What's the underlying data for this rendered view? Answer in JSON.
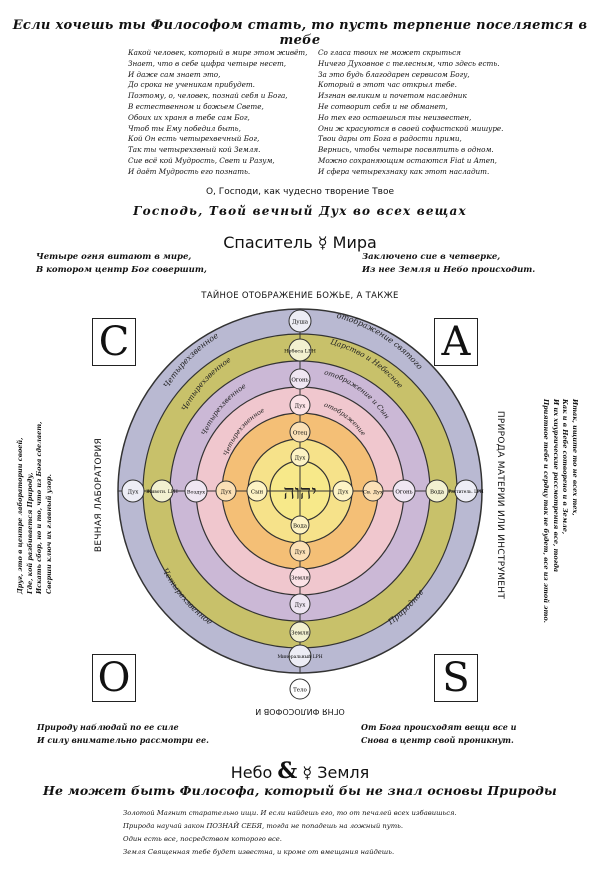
{
  "header": {
    "title": "Если хочешь ты Философом стать, то пусть терпение поселяется в тебе",
    "col_left": [
      "Какой человек, который в мире этом живёт,",
      "Знает, что в себе цифра четыре несет,",
      "И даже сам знает это,",
      "До срока не ученикам прибудет.",
      "Поэтому, о, человек, познай себя и Бога,",
      "В естественном и божьем Свете,",
      "Обоих их храня в тебе сам Бог,",
      "Чтоб ты Ему победил быть,",
      "Кой Он есть четырехвечный Бог,",
      "Так ты четырехзвный кой Земля.",
      "Сие всё кой Мудрость, Свет и Разум,",
      "И даёт Мудрость его познать."
    ],
    "col_right": [
      "Со гласа твоих не может скрыться",
      "Ничего Духовное с телесным, что здесь есть.",
      "За это будь благодарен сервисом Богу,",
      "Который в этот час открыл тебе.",
      "Изгнан великим и почетом наследник",
      "Не сотворит себя и не обманет,",
      "Но тех его остаешься ты неизвестен,",
      "Они ж красуются в своей софистской мишуре.",
      "Твои дары от Бога в радости прими,",
      "Вернись, чтобы четыре посвятить в одном.",
      "Можно сохраняющим остаются Fiat и Amen,",
      "И сфера четырехзнаку как этот насладит."
    ],
    "subtitle": "О, Господи, как чудесно творение Твое",
    "motto": "Господь, Твой вечный Дух во всех вещах",
    "savior": "Спаситель ☿ Мира"
  },
  "quotes": {
    "left": [
      "Четыре огня витают в мире,",
      "В котором центр Бог совершит,"
    ],
    "right": [
      "Заключено сие в четверке,",
      "Из нее Земля и Небо происходит."
    ]
  },
  "diagram": {
    "arc_top": "ТАЙНОЕ ОТОБРАЖЕНИЕ БОЖЬЕ, А ТАКЖЕ",
    "arc_bottom": "ОГНЯ ФИЛОСОФОВ И",
    "left_side": "ВЕЧНАЯ ЛАБОРАТОРИЯ",
    "right_side": "ПРИРОДА МАТЕРИИ ИЛИ ИНСТРУМЕНТ",
    "letters": {
      "c": "C",
      "a": "A",
      "o": "O",
      "s": "S"
    },
    "center": "יהוה",
    "ring_words": {
      "outer_tl": "Четырехзвенное",
      "outer_tr": "отображение святого",
      "outer_bl": "Четырехзвенное",
      "outer_br": "Природное",
      "mid_tl": "Четырехзвенное",
      "mid_tr": "Царство и Небесное",
      "inner_tl": "Четырехзвенное",
      "inner_tr": "отображение и Сын",
      "core_tl": "Четырехзвенное",
      "core_tr": "отображение"
    },
    "nodes": {
      "top": [
        "Душа",
        "Небеса LPH",
        "Огонь",
        "Дух",
        "Отец",
        "Дух"
      ],
      "bottom": [
        "Вода",
        "Дух",
        "Земля",
        "Дух",
        "Земля",
        "Минеральный LPH",
        "Тело"
      ],
      "left": [
        "Дух",
        "Животн. LPH",
        "Воздух",
        "Дух",
        "Сын"
      ],
      "right": [
        "Дух",
        "Св. Дух",
        "Огонь",
        "Вода",
        "Раститель. LPH"
      ]
    }
  },
  "side_verses": {
    "left": [
      "Друг, это в центре лаборатории своей,",
      "Где, кой разбивается Природу,",
      "Искать сбор, но и то, что из Бога сделает,",
      "Сверши ключ их главный узор."
    ],
    "right": [
      "Итак, ищите то не всех тех,",
      "Как и в Небе сотворено и в Земле,",
      "И их хиургические рассмотрения все, тогда",
      "Приятное тебе и сердцу так не будет, все из этой это."
    ]
  },
  "bottom": {
    "left": [
      "Природу наблюдай по ее силе",
      "И силу внимательно рассмотри ее."
    ],
    "right": [
      "От Бога происходят вещи все и",
      "Снова в центр свой проникнут."
    ],
    "heaven_left": "Небо",
    "heaven_amp": "&",
    "heaven_right": "☿ Земля",
    "main": "Не может быть Философа, который бы не знал основы Природы",
    "lines": [
      "Золотой Магнит старательно ищи. И если найдешь его, то от печалей всех избавишься.",
      "Природа научай закон ПОЗНАЙ СЕБЯ, тогда не попадешь на ложный путь.",
      "Один есть все, посредством которого все.",
      "Земля Священная тебе будет известна, и кроме от вмещания найдешь."
    ]
  },
  "colors": {
    "outer_ring": "#b9b9d2",
    "olive_ring": "#c8c16a",
    "purple_ring": "#cbb8d6",
    "pink_ring": "#f0c7ce",
    "orange_ring": "#f4bf76",
    "yellow_ring": "#f6e28a",
    "core": "#f7e98a"
  }
}
